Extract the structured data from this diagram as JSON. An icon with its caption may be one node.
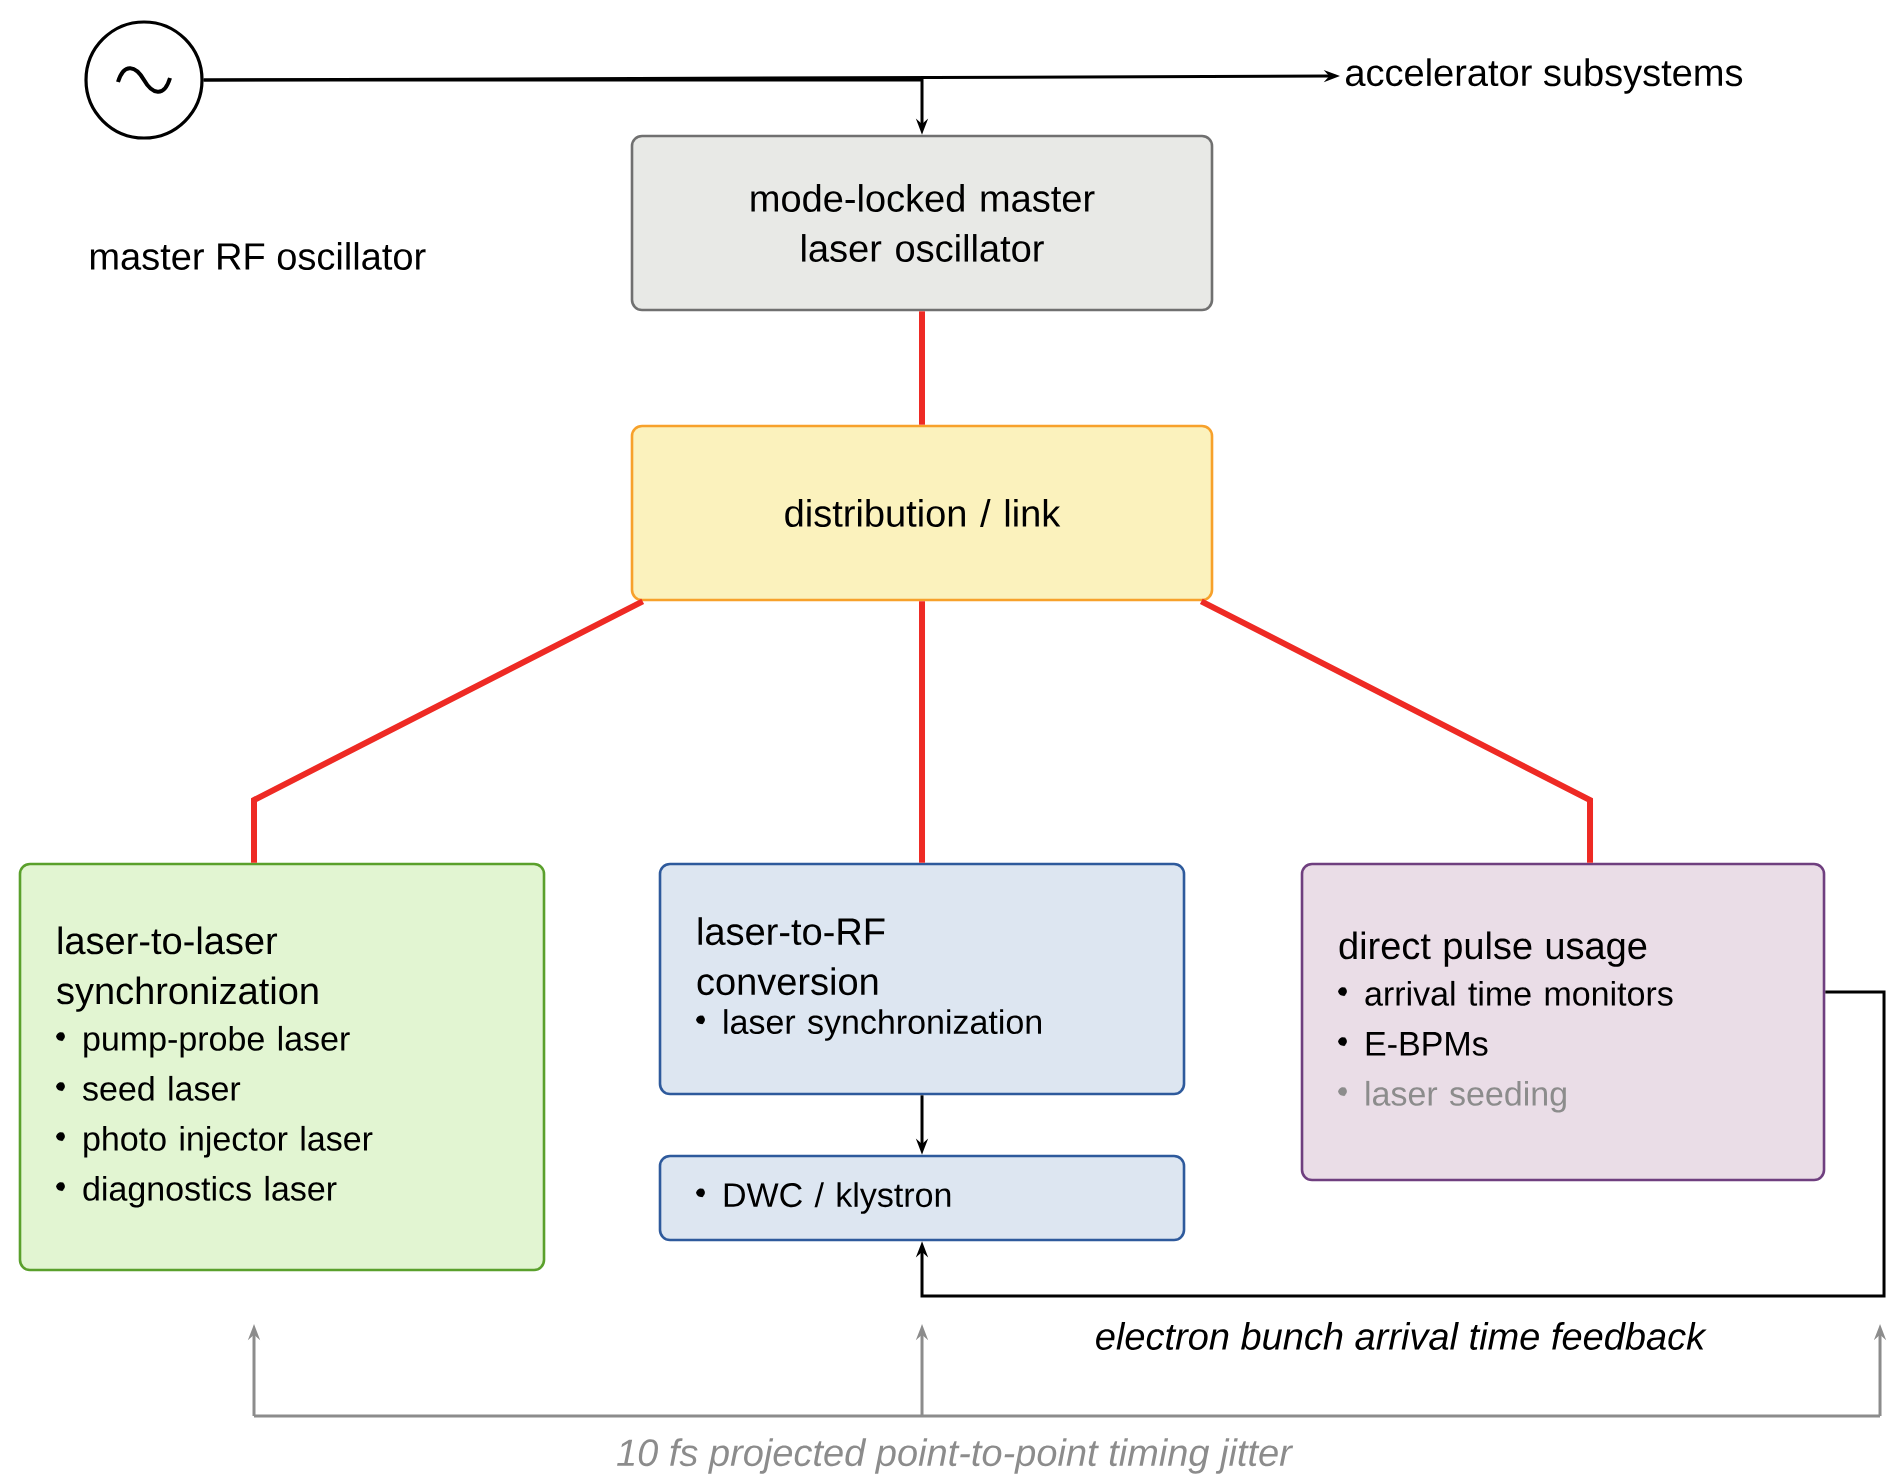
{
  "diagram": {
    "nodes": [
      {
        "text": [],
        "shape": "circle",
        "beside": [
          "master RF oscillator"
        ]
      },
      {
        "text": [
          "accelerator subsystems"
        ]
      },
      {
        "text": [
          "mode-locked master laser oscillator"
        ]
      },
      {
        "text": [
          "distribution / link"
        ]
      },
      {
        "text": [
          "laser-to-laser synchronization",
          "pump-probe laser",
          "seed laser",
          "photo injector laser",
          "diagnostics laser"
        ]
      },
      {
        "text": [
          "laser-to-RF conversion",
          "laser synchronization"
        ]
      },
      {
        "text": [
          "DWC / klystron"
        ]
      },
      {
        "text": [
          "direct pulse usage",
          "arrival time monitors",
          "E-BPMs",
          "laser seeding"
        ]
      }
    ],
    "edges": [
      {
        "from": 0,
        "to": 1,
        "arrow": "to"
      },
      {
        "from": 0,
        "to": 2,
        "arrow": "to"
      },
      {
        "from": 2,
        "to": 3,
        "arrow": "none",
        "style": "thick",
        "color": "#ee2a24"
      },
      {
        "from": 3,
        "to": 4,
        "arrow": "none",
        "style": "thick",
        "color": "#ee2a24"
      },
      {
        "from": 3,
        "to": 5,
        "arrow": "none",
        "style": "thick",
        "color": "#ee2a24"
      },
      {
        "from": 3,
        "to": 7,
        "arrow": "none",
        "style": "thick",
        "color": "#ee2a24"
      },
      {
        "from": 5,
        "to": 6,
        "arrow": "to"
      },
      {
        "from": 7,
        "to": 6,
        "arrow": "to",
        "label": "electron bunch arrival time feedback"
      }
    ],
    "labels": [
      "10 fs projected point-to-point timing jitter"
    ]
  }
}
